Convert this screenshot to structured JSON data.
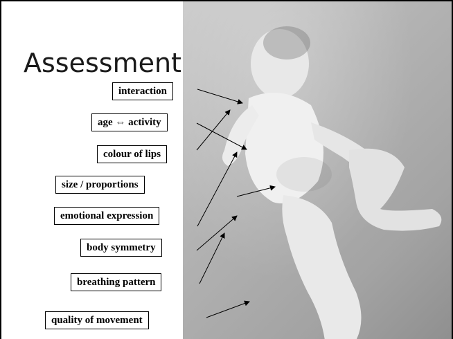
{
  "slide": {
    "title": "Assessment",
    "labels": [
      "interaction",
      "age ⇔ activity",
      "colour of lips",
      "size / proportions",
      "emotional expression",
      "body symmetry",
      "breathing pattern",
      "quality of movement"
    ]
  },
  "photo": {
    "subject": "baby-photo"
  }
}
